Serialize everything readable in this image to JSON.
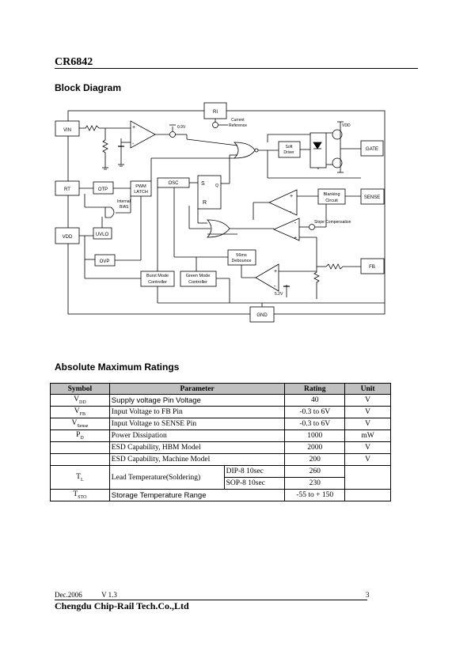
{
  "header": {
    "title": "CR6842"
  },
  "sections": {
    "block_diagram": "Block Diagram",
    "ratings": "Absolute Maximum Ratings"
  },
  "diagram": {
    "pins": {
      "vin": "VIN",
      "rt": "RT",
      "vdd": "VDD",
      "gate": "GATE",
      "sense": "SENSE",
      "fb": "FB",
      "gnd": "GND",
      "ri": "RI"
    },
    "blocks": {
      "otp": "OTP",
      "pwm1": "PWM",
      "pwm2": "LATCH",
      "osc": "OSC",
      "uvlo": "UVLO",
      "ovp": "OVP",
      "softdrv1": "Soft",
      "softdrv2": "Driver",
      "blank1": "Blanking",
      "blank2": "Circuit",
      "burst1": "Burst Mode",
      "burst2": "Controller",
      "green1": "Green Mode",
      "green2": "Controller",
      "deb1": "56ms",
      "deb2": "Debounce",
      "s": "S",
      "r": "R",
      "q": "Q"
    },
    "labels": {
      "current": "Current",
      "reference": "Reference",
      "v09": "0.9V",
      "vdd_small": "VDD",
      "internal": "Internal",
      "bias": "BIAS",
      "slope": "Slope Compensation",
      "v52": "5.2V",
      "plus": "+",
      "minus": "-"
    }
  },
  "ratings": {
    "headers": [
      "Symbol",
      "Parameter",
      "Rating",
      "Unit"
    ],
    "rows": [
      {
        "sym": "V",
        "sub": "DD",
        "param": "Supply voltage Pin Voltage",
        "rating": "40",
        "unit": "V"
      },
      {
        "sym": "V",
        "sub": "FB",
        "param": "Input Voltage to FB Pin",
        "rating": "-0.3 to 6V",
        "unit": "V"
      },
      {
        "sym": "V",
        "sub": "Sense",
        "param": "Input Voltage to SENSE Pin",
        "rating": "-0.3 to 6V",
        "unit": "V"
      },
      {
        "sym": "P",
        "sub": "D",
        "param": "Power Dissipation",
        "rating": "1000",
        "unit": "mW"
      },
      {
        "sym": "",
        "sub": "",
        "param": "ESD Capability, HBM Model",
        "rating": "2000",
        "unit": "V"
      },
      {
        "sym": "",
        "sub": "",
        "param": "ESD Capability, Machine Model",
        "rating": "200",
        "unit": "V"
      }
    ],
    "tl": {
      "sym": "T",
      "sub": "L",
      "param": "Lead Temperature(Soldering)",
      "dip": "DIP-8    10sec",
      "dip_rating": "260",
      "sop": "SOP-8    10sec",
      "sop_rating": "230"
    },
    "tsto": {
      "sym": "T",
      "sub": "STO",
      "param": "Storage Temperature Range",
      "rating": "-55 to + 150"
    }
  },
  "footer": {
    "date": "Dec.2006",
    "version": "V 1.3",
    "page": "3",
    "company": "Chengdu Chip-Rail Tech.Co.,Ltd"
  }
}
